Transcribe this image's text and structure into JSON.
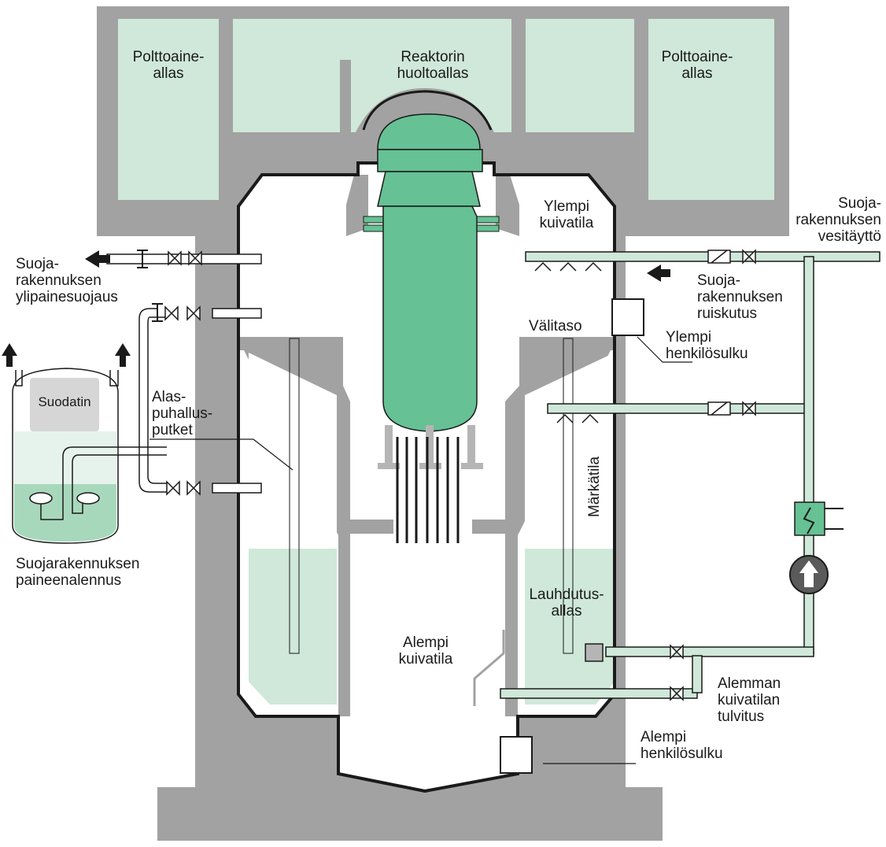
{
  "colors": {
    "concrete": "#a2a2a2",
    "water": "#cfe8d9",
    "reactor": "#66c194",
    "steel": "#1a1a1a"
  },
  "labels": {
    "fuel_pool_left": "Polttoaine-\nallas",
    "reactor_service_pool": "Reaktorin\nhuoltoallas",
    "fuel_pool_right": "Polttoaine-\nallas",
    "upper_drywell": "Ylempi\nkuivatila",
    "containment_water_fill": "Suoja-\nrakennuksen\nvesitäyttö",
    "overpressure_protection": "Suoja-\nrakennuksen\nylipainesuojaus",
    "containment_spray": "Suoja-\nrakennuksen\nruiskutus",
    "intermediate_level": "Välitaso",
    "upper_personnel_lock": "Ylempi\nhenkilösulku",
    "filter": "Suodatin",
    "blowdown_pipes": "Alas-\npuhallus-\nputket",
    "wetwell": "Märkätila",
    "containment_depressurization": "Suojarakennuksen\npaineenalennus",
    "condensation_pool": "Lauhdutus-\nallas",
    "lower_drywell": "Alempi\nkuivatila",
    "lower_drywell_flooding": "Alemman\nkuivatilan\ntulvitus",
    "lower_personnel_lock": "Alempi\nhenkilösulku"
  }
}
